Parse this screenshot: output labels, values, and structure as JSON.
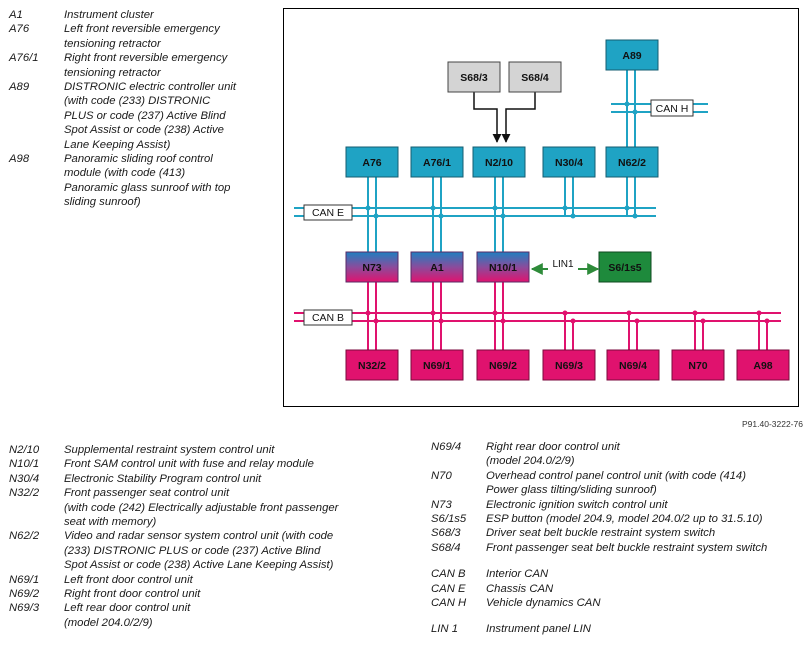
{
  "legend_top": [
    {
      "code": "A1",
      "desc": "Instrument cluster"
    },
    {
      "code": "A76",
      "desc": "Left front reversible emergency\ntensioning retractor"
    },
    {
      "code": "A76/1",
      "desc": "Right front reversible emergency\ntensioning retractor"
    },
    {
      "code": "A89",
      "desc": "DISTRONIC electric controller unit\n(with code (233) DISTRONIC\nPLUS or code (237) Active Blind\nSpot Assist or code (238) Active\nLane Keeping Assist)"
    },
    {
      "code": "A98",
      "desc": "Panoramic sliding roof control\nmodule (with code (413)\nPanoramic glass sunroof with top\nsliding sunroof)"
    }
  ],
  "legend_bottom_left": [
    {
      "code": "N2/10",
      "desc": "Supplemental restraint system control unit"
    },
    {
      "code": "N10/1",
      "desc": "Front SAM control unit with fuse and relay module"
    },
    {
      "code": "N30/4",
      "desc": "Electronic Stability Program control unit"
    },
    {
      "code": "N32/2",
      "desc": "Front passenger seat control unit\n(with code (242) Electrically adjustable front passenger\nseat with memory)"
    },
    {
      "code": "N62/2",
      "desc": "Video and radar sensor system control unit (with code\n(233) DISTRONIC PLUS or code (237) Active Blind\nSpot Assist or code (238) Active Lane Keeping Assist)"
    },
    {
      "code": "N69/1",
      "desc": "Left front door control unit"
    },
    {
      "code": "N69/2",
      "desc": "Right front door control unit"
    },
    {
      "code": "N69/3",
      "desc": "Left rear door control unit\n(model 204.0/2/9)"
    }
  ],
  "legend_bottom_right": [
    {
      "code": "N69/4",
      "desc": "Right rear door control unit\n(model 204.0/2/9)"
    },
    {
      "code": "N70",
      "desc": "Overhead control panel control unit (with code (414)\nPower glass tilting/sliding sunroof)"
    },
    {
      "code": "N73",
      "desc": "Electronic ignition switch control unit"
    },
    {
      "code": "S6/1s5",
      "desc": "ESP button (model 204.9, model 204.0/2 up to 31.5.10)"
    },
    {
      "code": "S68/3",
      "desc": "Driver seat belt buckle restraint system switch"
    },
    {
      "code": "S68/4",
      "desc": "Front passenger seat belt buckle restraint system switch"
    }
  ],
  "legend_buses": [
    {
      "code": "CAN B",
      "desc": "Interior CAN"
    },
    {
      "code": "CAN E",
      "desc": "Chassis CAN"
    },
    {
      "code": "CAN H",
      "desc": "Vehicle dynamics CAN"
    }
  ],
  "legend_lin": [
    {
      "code": "LIN 1",
      "desc": "Instrument panel LIN"
    }
  ],
  "figure_id": "P91.40-3222-76",
  "diagram": {
    "bus_labels": {
      "can_e": "CAN E",
      "can_b": "CAN B",
      "can_h": "CAN H",
      "lin": "LIN1"
    },
    "nodes": {
      "s68_3": "S68/3",
      "s68_4": "S68/4",
      "a89": "A89",
      "a76": "A76",
      "a76_1": "A76/1",
      "n2_10": "N2/10",
      "n30_4": "N30/4",
      "n62_2": "N62/2",
      "n73": "N73",
      "a1": "A1",
      "n10_1": "N10/1",
      "s6_1s5": "S6/1s5",
      "n32_2": "N32/2",
      "n69_1": "N69/1",
      "n69_2": "N69/2",
      "n69_3": "N69/3",
      "n69_4": "N69/4",
      "n70": "N70",
      "a98": "A98"
    },
    "colors": {
      "can_e": "#1fa3c4",
      "can_b": "#e0126e",
      "lin": "#2e8b3a",
      "switch_box": "#d4d4d4",
      "esp_box": "#1e8a3c"
    }
  }
}
